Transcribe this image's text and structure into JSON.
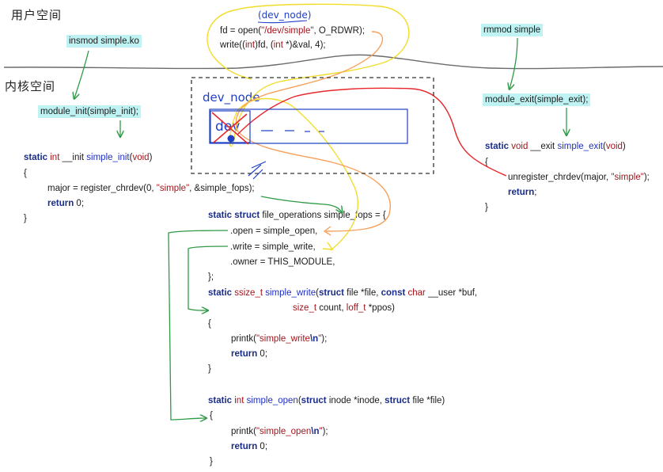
{
  "regions": {
    "user_space": "用户空间",
    "kernel_space": "内核空间"
  },
  "cmds": {
    "insmod": "insmod simple.ko",
    "rmmod": "rmmod simple",
    "module_init": "module_init(simple_init);",
    "module_exit": "module_exit(simple_exit);"
  },
  "annotations": {
    "dev_node_top": "(dev_node)",
    "dev_node_box": "dev_node",
    "dev_partial": "dev"
  },
  "user_code": {
    "l1": {
      "a": "fd = open(",
      "s": "\"/dev/simple\"",
      "b": ", O_RDWR);"
    },
    "l2": {
      "a": "write((",
      "t1": "int",
      "b": ")fd, (",
      "t2": "int",
      "c": " *)&val, 4);"
    }
  },
  "init_fn": {
    "l1": {
      "kw": "static",
      "ty": "int",
      "mid": " __init ",
      "fn": "simple_init",
      "p": "(",
      "ty2": "void",
      "e": ")"
    },
    "l2": "{",
    "l3": {
      "a": "major = register_chrdev(0, ",
      "s": "\"simple\"",
      "b": ", &simple_fops);"
    },
    "l4": {
      "kw": "return",
      "b": " 0;"
    },
    "l5": "}"
  },
  "exit_fn": {
    "l1": {
      "kw": "static",
      "ty": "void",
      "mid": " __exit ",
      "fn": "simple_exit",
      "p": "(",
      "ty2": "void",
      "e": ")"
    },
    "l2": "{",
    "l3": {
      "a": "unregister_chrdev(major, ",
      "s": "\"simple\"",
      "b": ");"
    },
    "l4": {
      "kw": "return",
      "b": ";"
    },
    "l5": "}"
  },
  "fops": {
    "l1": {
      "kw1": "static",
      "kw2": "struct",
      "b": " file_operations simple_fops = {"
    },
    "l2": ".open = simple_open,",
    "l3": ".write = simple_write,",
    "l4": ".owner = THIS_MODULE,",
    "l5": "};"
  },
  "write_fn": {
    "l1": {
      "kw": "static",
      "ty": "ssize_t",
      "fn": "simple_write",
      "p": "(",
      "kw2": "struct",
      "b": " file *file, ",
      "kw3": "const",
      "ty2": "char",
      "c": " __user *buf,"
    },
    "l2": {
      "ty": "size_t",
      "b": " count, ",
      "ty2": "loff_t",
      "c": " *ppos)"
    },
    "l3": "{",
    "l4": {
      "a": "printk(",
      "s1": "\"simple_write",
      "esc": "\\n",
      "s2": "\"",
      "b": ");"
    },
    "l5": {
      "kw": "return",
      "b": " 0;"
    },
    "l6": "}"
  },
  "open_fn": {
    "l1": {
      "kw": "static",
      "ty": "int",
      "fn": "simple_open",
      "p": "(",
      "kw2": "struct",
      "b": " inode *inode, ",
      "kw3": "struct",
      "c": " file *file)"
    },
    "l2": "{",
    "l3": {
      "a": "printk(",
      "s1": "\"simple_open",
      "esc": "\\n",
      "s2": "\"",
      "b": ");"
    },
    "l4": {
      "kw": "return",
      "b": " 0;"
    },
    "l5": "}"
  },
  "colors": {
    "yellow": "#f2dc2a",
    "orange": "#f7a05a",
    "red": "#e8262b",
    "green": "#2f9a46",
    "blue": "#1f3fc6",
    "divider": "#6b6b6b"
  }
}
